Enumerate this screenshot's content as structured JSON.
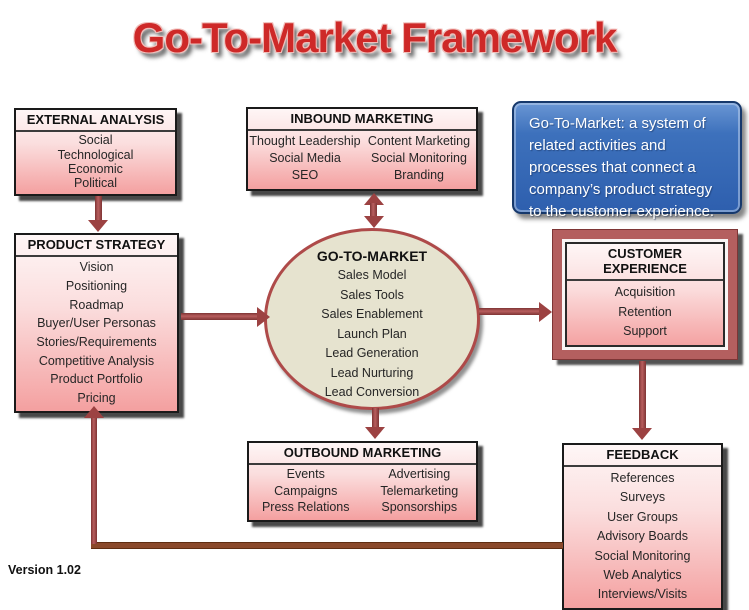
{
  "title": "Go-To-Market Framework",
  "version_label": "Version 1.02",
  "note": {
    "text": "Go-To-Market: a system of related activities and processes that connect a company’s product strategy to the customer experience."
  },
  "boxes": {
    "external_analysis": {
      "title": "EXTERNAL ANALYSIS",
      "items": [
        "Social",
        "Technological",
        "Economic",
        "Political"
      ]
    },
    "inbound_marketing": {
      "title": "INBOUND MARKETING",
      "left_items": [
        "Thought Leadership",
        "Social Media",
        "SEO"
      ],
      "right_items": [
        "Content Marketing",
        "Social Monitoring",
        "Branding"
      ]
    },
    "product_strategy": {
      "title": "PRODUCT STRATEGY",
      "items": [
        "Vision",
        "Positioning",
        "Roadmap",
        "Buyer/User Personas",
        "Stories/Requirements",
        "Competitive Analysis",
        "Product Portfolio",
        "Pricing"
      ]
    },
    "go_to_market": {
      "title": "GO-TO-MARKET",
      "items": [
        "Sales Model",
        "Sales Tools",
        "Sales Enablement",
        "Launch Plan",
        "Lead  Generation",
        "Lead Nurturing",
        "Lead Conversion"
      ]
    },
    "customer_experience": {
      "title": "CUSTOMER EXPERIENCE",
      "items": [
        "Acquisition",
        "Retention",
        "Support"
      ]
    },
    "outbound_marketing": {
      "title": "OUTBOUND MARKETING",
      "left_items": [
        "Events",
        "Campaigns",
        "Press Relations"
      ],
      "right_items": [
        "Advertising",
        "Telemarketing",
        "Sponsorships"
      ]
    },
    "feedback": {
      "title": "FEEDBACK",
      "items": [
        "References",
        "Surveys",
        "User Groups",
        "Advisory Boards",
        "Social  Monitoring",
        "Web Analytics",
        "Interviews/Visits"
      ]
    }
  },
  "colors": {
    "title_red": "#ce2928",
    "pink_gradient_top": "#fef6f6",
    "pink_gradient_bottom": "#f4a0a0",
    "box_border": "#1a1a1a",
    "arrow_maroon": "#9c4242",
    "customer_experience_frame": "#b45f5f",
    "ellipse_fill": "#e6e3cf",
    "ellipse_border": "#ae4a49",
    "note_blue_top": "#6a96d4",
    "note_blue_bottom": "#2e5fae",
    "note_border": "#16386b",
    "feedback_loop_line": "#8a492b"
  }
}
